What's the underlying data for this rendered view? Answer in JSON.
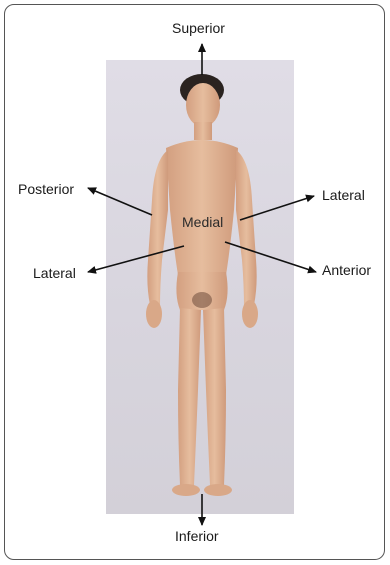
{
  "diagram": {
    "labels": {
      "superior": "Superior",
      "inferior": "Inferior",
      "posterior": "Posterior",
      "lateral_right": "Lateral",
      "lateral_left": "Lateral",
      "medial": "Medial",
      "anterior": "Anterior"
    },
    "colors": {
      "frame": "#555555",
      "photo_background": "#dad7e0",
      "skin": "#e0b494",
      "hair": "#2a2320",
      "arrow": "#111111"
    }
  }
}
